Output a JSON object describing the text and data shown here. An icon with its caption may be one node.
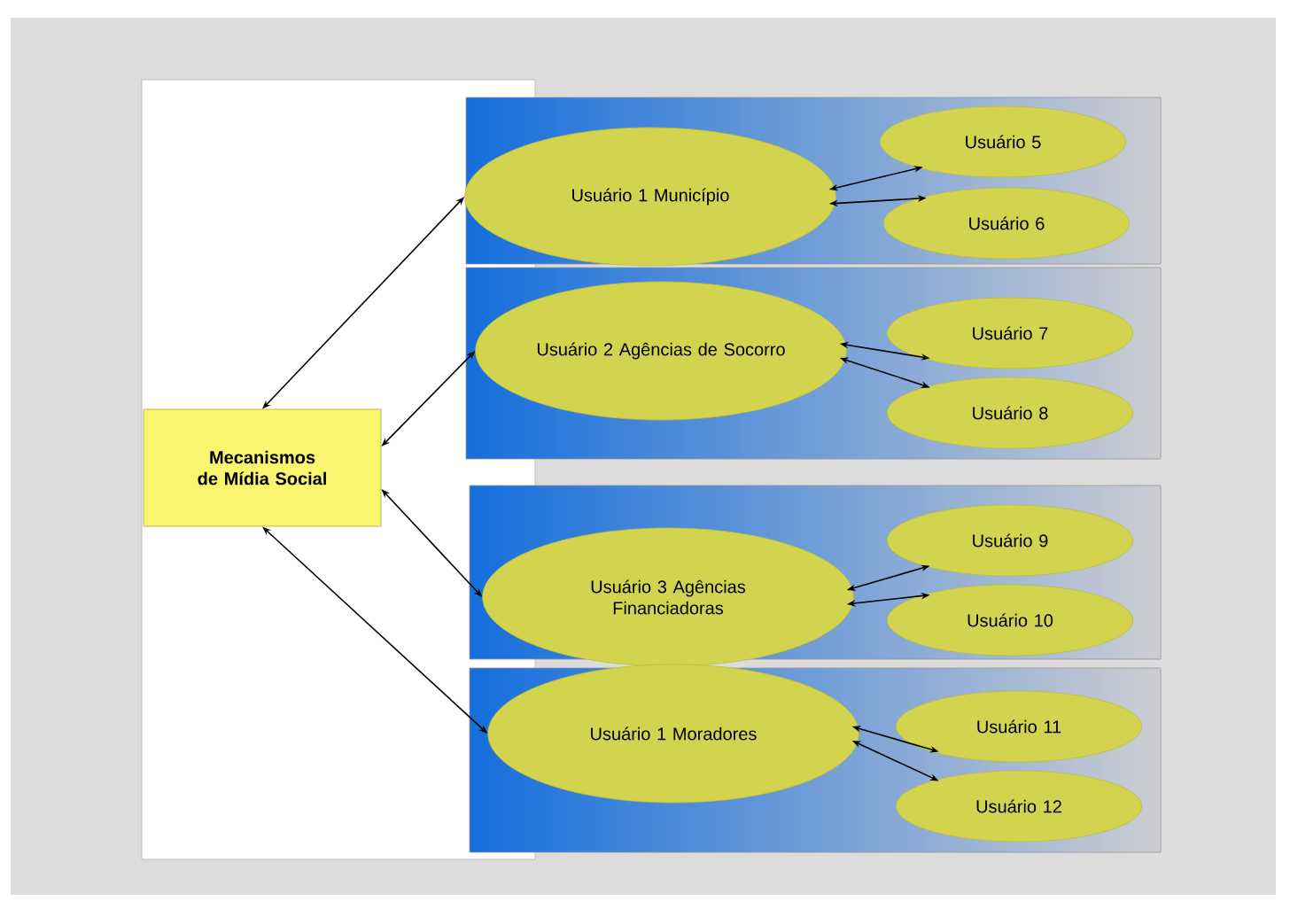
{
  "diagram": {
    "nodes": [
      {
        "text": [],
        "shape": "box"
      },
      {
        "text": [
          "Mecanismos de Mídia Social"
        ],
        "in": 0
      },
      {
        "text": [],
        "shape": "band"
      },
      {
        "text": [
          "Usuário 1 Município"
        ],
        "in": 2
      },
      {
        "text": [
          "Usuário 5"
        ],
        "in": 2
      },
      {
        "text": [
          "Usuário 6"
        ],
        "in": 2
      },
      {
        "text": [],
        "shape": "band"
      },
      {
        "text": [
          "Usuário 2 Agências de Socorro"
        ],
        "in": 6
      },
      {
        "text": [
          "Usuário 7"
        ],
        "in": 6
      },
      {
        "text": [
          "Usuário 8"
        ],
        "in": 6
      },
      {
        "text": [],
        "shape": "band"
      },
      {
        "text": [
          "Usuário 3 Agências Financiadoras"
        ],
        "in": 10
      },
      {
        "text": [
          "Usuário 9"
        ],
        "in": 10
      },
      {
        "text": [
          "Usuário 10"
        ],
        "in": 10
      },
      {
        "text": [],
        "shape": "band"
      },
      {
        "text": [
          "Usuário 1 Moradores"
        ],
        "in": 14
      },
      {
        "text": [
          "Usuário 11"
        ],
        "in": 14
      },
      {
        "text": [
          "Usuário 12"
        ],
        "in": 14
      }
    ],
    "edges": [
      {
        "from": 3,
        "to": 1,
        "arrow": "both"
      },
      {
        "from": 7,
        "to": 1,
        "arrow": "both"
      },
      {
        "from": 11,
        "to": 1,
        "arrow": "both"
      },
      {
        "from": 15,
        "to": 1,
        "arrow": "both"
      },
      {
        "from": 3,
        "to": 4,
        "arrow": "both"
      },
      {
        "from": 3,
        "to": 5,
        "arrow": "both"
      },
      {
        "from": 7,
        "to": 8,
        "arrow": "both"
      },
      {
        "from": 7,
        "to": 9,
        "arrow": "both"
      },
      {
        "from": 11,
        "to": 12,
        "arrow": "both"
      },
      {
        "from": 11,
        "to": 13,
        "arrow": "both"
      },
      {
        "from": 15,
        "to": 16,
        "arrow": "both"
      },
      {
        "from": 15,
        "to": 17,
        "arrow": "both"
      }
    ]
  }
}
